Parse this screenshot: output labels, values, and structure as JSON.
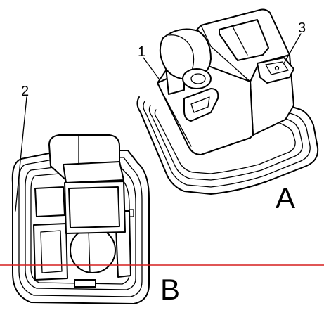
{
  "callouts": {
    "one": "1",
    "two": "2",
    "three": "3"
  },
  "views": {
    "a": "A",
    "b": "B"
  },
  "colors": {
    "line": "#000000",
    "marker_line": "#d61f1f",
    "background": "#ffffff"
  }
}
